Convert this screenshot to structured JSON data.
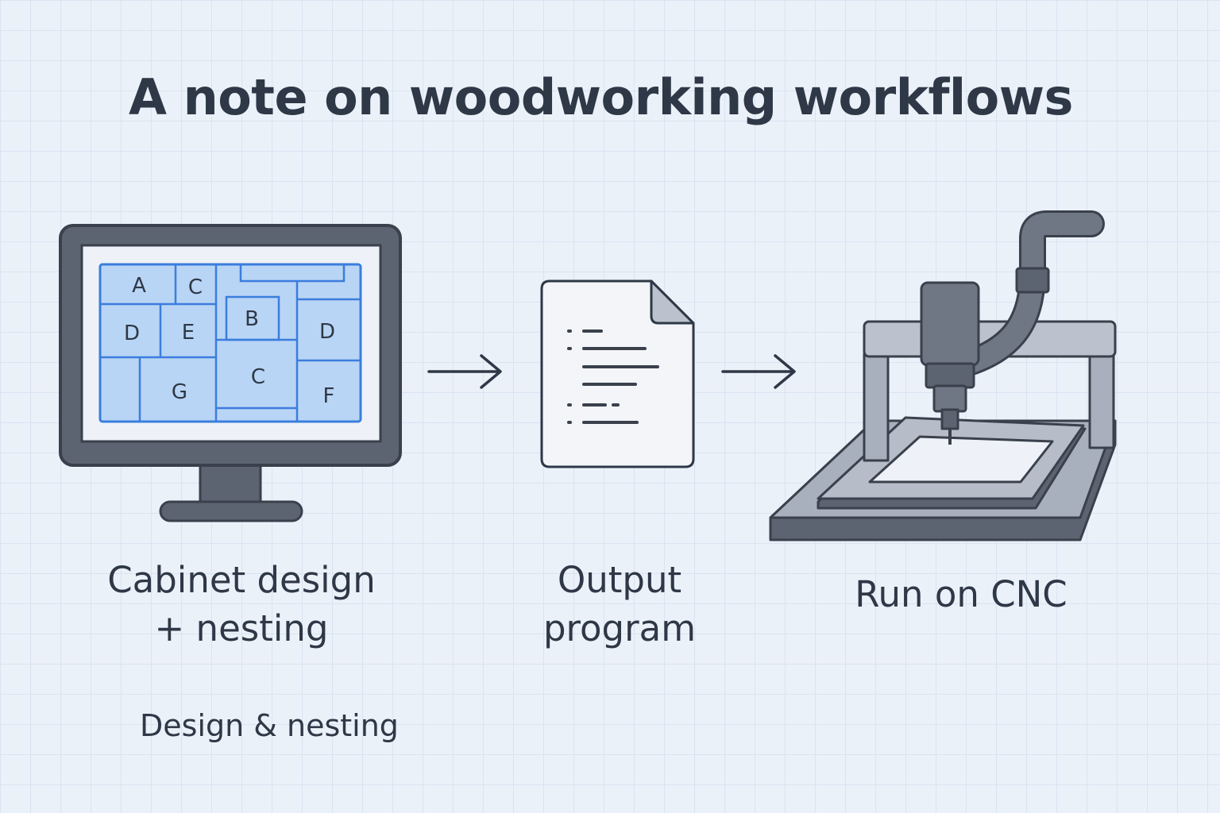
{
  "title": "A note on woodworking workflows",
  "steps": [
    {
      "line1": "Cabinet design",
      "line2": "+ nesting"
    },
    {
      "line1": "Output",
      "line2": "program"
    },
    {
      "line1": "Run on CNC"
    }
  ],
  "caption": "Design & nesting",
  "nest_parts": [
    "A",
    "C",
    "D",
    "E",
    "B",
    "D",
    "G",
    "C",
    "F"
  ],
  "colors": {
    "background": "#ebf1f9",
    "grid": "#d9e4f1",
    "ink": "#2e3846",
    "frame": "#5d6471",
    "accent_blue": "#3b7ddd",
    "part_fill": "#b9d5f5",
    "machine_light": "#a9b0bd"
  },
  "icons": [
    "monitor-icon",
    "document-icon",
    "cnc-machine-icon",
    "arrow-right-icon"
  ]
}
